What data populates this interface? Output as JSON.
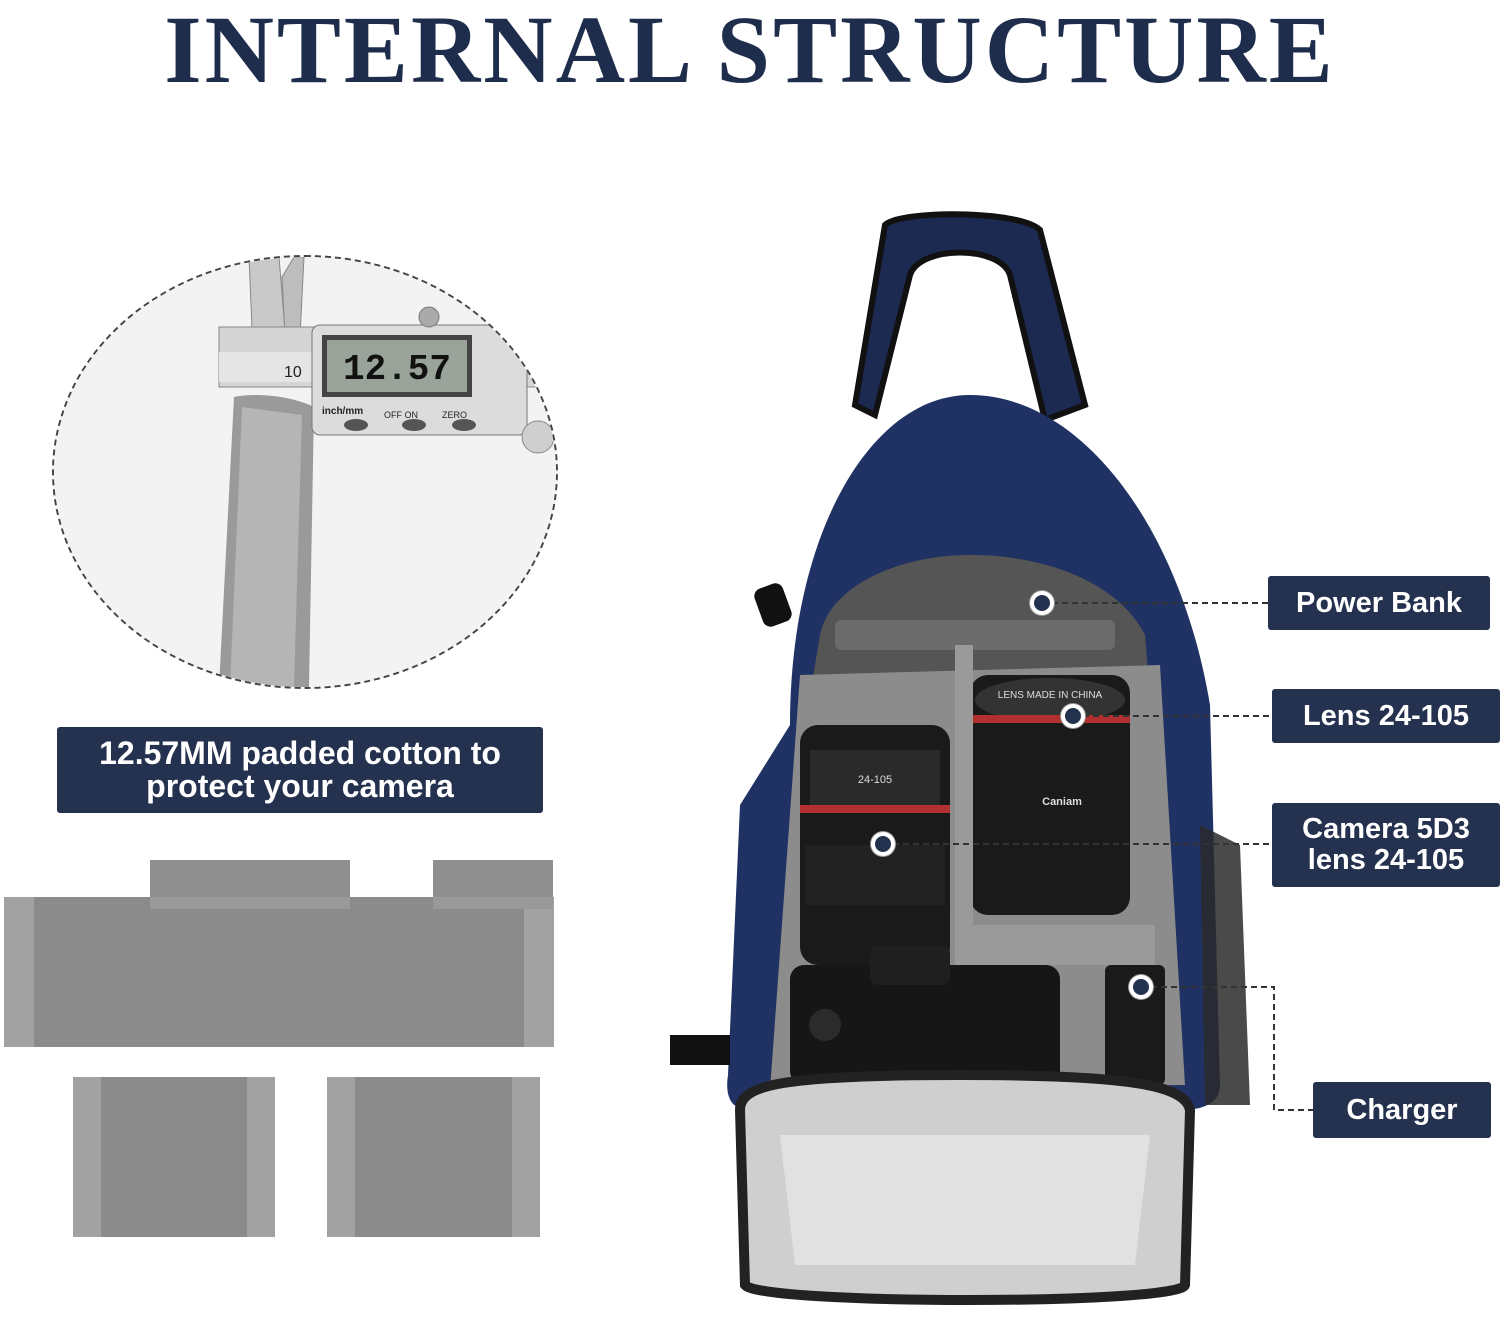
{
  "header": {
    "title": "INTERNAL STRUCTURE"
  },
  "caliper": {
    "display_reading": "12.57",
    "scale_number": "10",
    "unit_text": "inch/mm",
    "btn_off_on": "OFF  ON",
    "btn_zero": "ZERO"
  },
  "caption": {
    "line1": "12.57MM padded cotton to",
    "line2": "protect your camera"
  },
  "lens_prints": {
    "left_lens": "24-105",
    "right_lens_ring": "LENS MADE IN CHINA",
    "brand": "Caniam"
  },
  "callouts": [
    {
      "label": "Power Bank"
    },
    {
      "label": "Lens 24-105"
    },
    {
      "label_line1": "Camera 5D3",
      "label_line2": "lens 24-105"
    },
    {
      "label": "Charger"
    }
  ],
  "colors": {
    "navy": "#25324f",
    "title": "#1f2d4d",
    "bag_blue": "#1f3263",
    "pad_gray": "#8a8a8a"
  }
}
